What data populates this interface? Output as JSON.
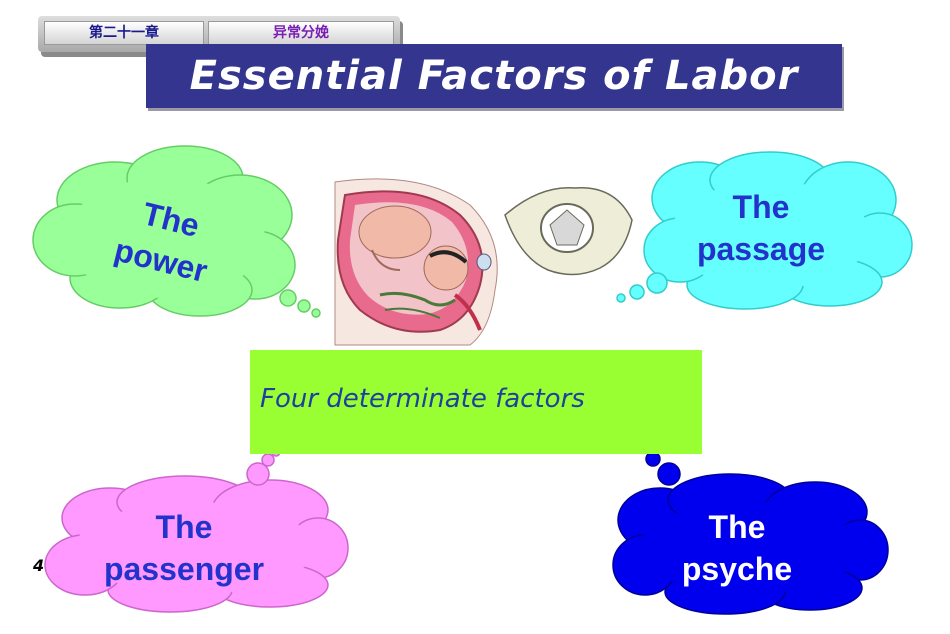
{
  "header": {
    "tab_chapter": "第二十一章",
    "tab_topic": "异常分娩",
    "title": "Essential Factors of Labor"
  },
  "center": {
    "text": "Four determinate factors"
  },
  "clouds": {
    "power": {
      "line1": "The",
      "line2": "power",
      "color": "#99ff99"
    },
    "passage": {
      "line1": "The",
      "line2": "passage",
      "color": "#66ffff"
    },
    "passenger": {
      "line1": "The",
      "line2": "passenger",
      "color": "#ff99ff"
    },
    "psyche": {
      "line1": "The",
      "line2": "psyche",
      "color": "#0000ee"
    }
  },
  "page_number": "4",
  "colors": {
    "title_bar": "#33358f",
    "center_box": "#99ff33",
    "label_blue": "#2233cc"
  },
  "icons": [
    "uterus-fetus-illustration",
    "pelvis-illustration"
  ]
}
